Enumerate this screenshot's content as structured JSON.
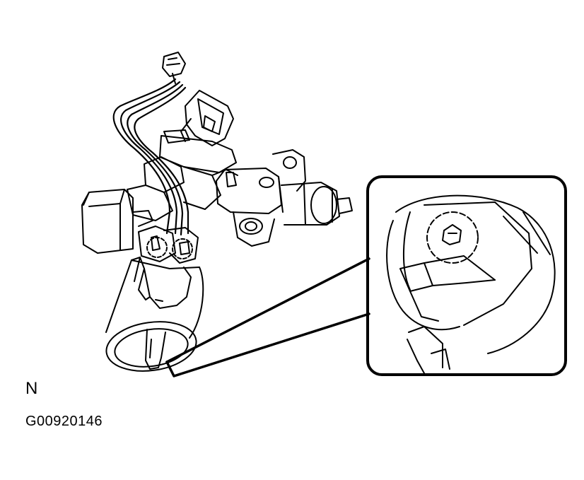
{
  "view_label": "N",
  "figure_code": "G00920146",
  "colors": {
    "ink": "#000000",
    "paper": "#ffffff"
  },
  "icons": {
    "assembly": "ignition-switch-lock-cylinder-assembly-illustration",
    "detail": "lock-cylinder-release-pin-detail-illustration"
  }
}
